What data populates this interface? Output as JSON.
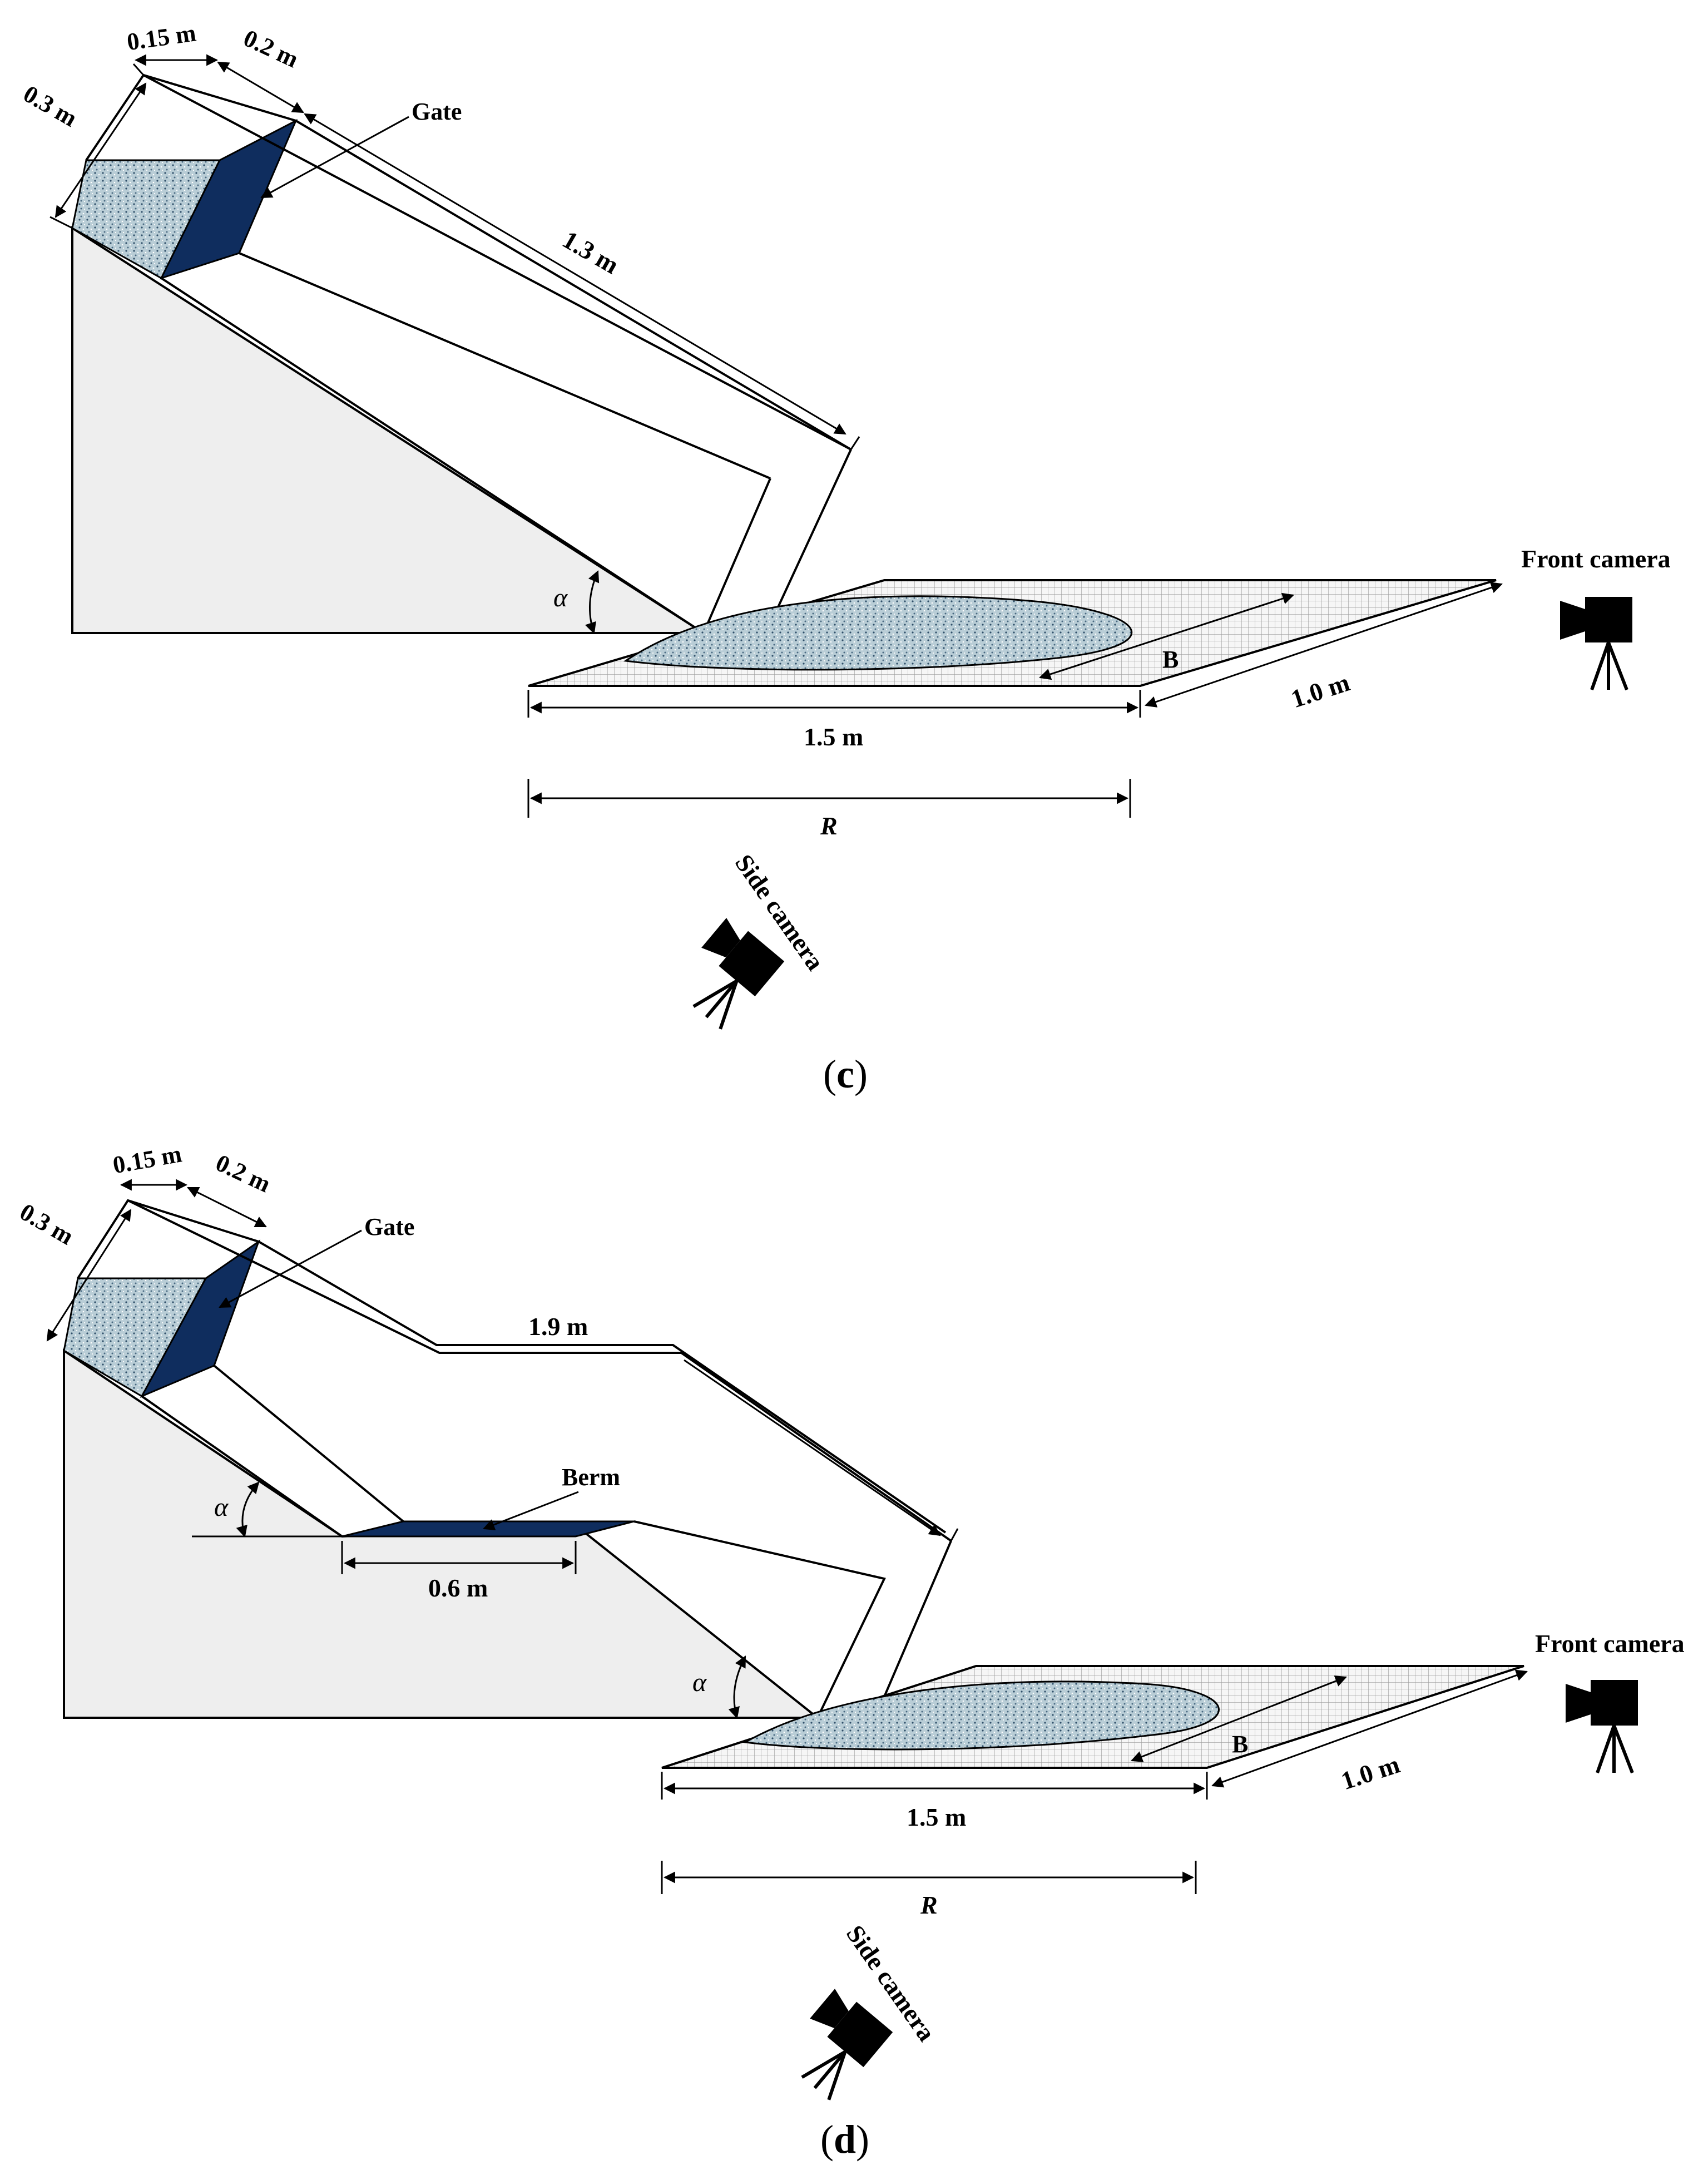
{
  "panel_c": {
    "dim_width_top": "0.15 m",
    "dim_gate_len": "0.2 m",
    "dim_height": "0.3 m",
    "gate_label": "Gate",
    "dim_slope_len": "1.3 m",
    "angle_label": "α",
    "front_camera": "Front camera",
    "dim_B": "B",
    "dim_plate_width": "1.0 m",
    "dim_plate_len": "1.5 m",
    "dim_R": "R",
    "side_camera": "Side camera",
    "caption_open": "(",
    "caption_letter": "c",
    "caption_close": ")"
  },
  "panel_d": {
    "dim_width_top": "0.15 m",
    "dim_gate_len": "0.2 m",
    "dim_height": "0.3 m",
    "gate_label": "Gate",
    "dim_slope_len": "1.9 m",
    "berm_label": "Berm",
    "dim_berm": "0.6 m",
    "angle_label_upper": "α",
    "angle_label_lower": "α",
    "front_camera": "Front camera",
    "dim_B": "B",
    "dim_plate_width": "1.0 m",
    "dim_plate_len": "1.5 m",
    "dim_R": "R",
    "side_camera": "Side camera",
    "caption_open": "(",
    "caption_letter": "d",
    "caption_close": ")"
  },
  "colors": {
    "gate_fill": "#0f2d5e",
    "slope_body": "#eeeeee",
    "material": "#b9cdd6",
    "plate": "#f4f4f4"
  }
}
